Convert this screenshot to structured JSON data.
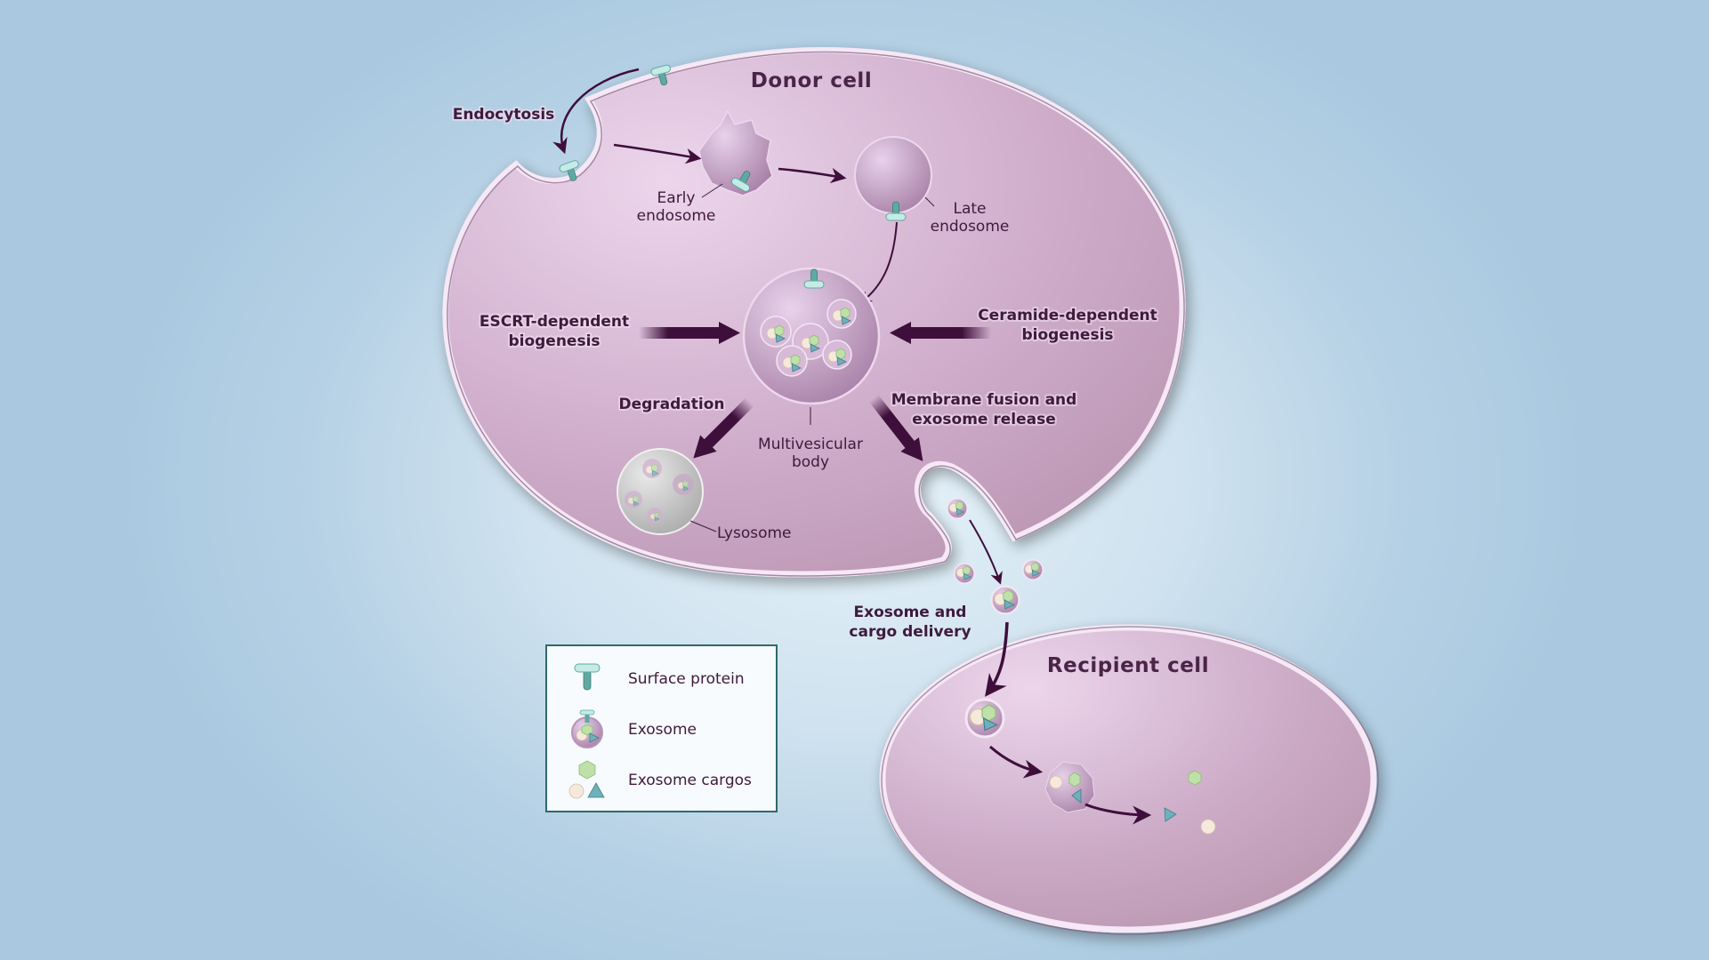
{
  "figure": {
    "title": "Exosome biogenesis, release and delivery",
    "cells": {
      "donor": "Donor cell",
      "recipient": "Recipient cell"
    },
    "process_labels": {
      "endocytosis": "Endocytosis",
      "escrt_line1": "ESCRT-dependent",
      "escrt_line2": "biogenesis",
      "ceramide_line1": "Ceramide-dependent",
      "ceramide_line2": "biogenesis",
      "degradation": "Degradation",
      "fusion_line1": "Membrane fusion and",
      "fusion_line2": "exosome release",
      "delivery_line1": "Exosome and",
      "delivery_line2": "cargo delivery"
    },
    "structure_labels": {
      "early_line1": "Early",
      "early_line2": "endosome",
      "late_line1": "Late",
      "late_line2": "endosome",
      "mvb_line1": "Multivesicular",
      "mvb_line2": "body",
      "lysosome": "Lysosome"
    },
    "colors": {
      "background": "#aac9e0",
      "cell_fill": "#c9a6c2",
      "membrane": "#f6e8f6",
      "text": "#3f1a3d",
      "arrow": "#3d0f3a",
      "surface_protein": "#5fa9a3",
      "cargo_hexagon": "#bfe0a8",
      "cargo_circle": "#f5e9dc",
      "cargo_triangle": "#6fb0bb",
      "legend_border": "#2e6a6a"
    }
  },
  "legend": {
    "items": [
      {
        "icon": "surface-protein-icon",
        "label": "Surface protein"
      },
      {
        "icon": "exosome-icon",
        "label": "Exosome"
      },
      {
        "icon": "exosome-cargos-icon",
        "label": "Exosome cargos"
      }
    ]
  }
}
